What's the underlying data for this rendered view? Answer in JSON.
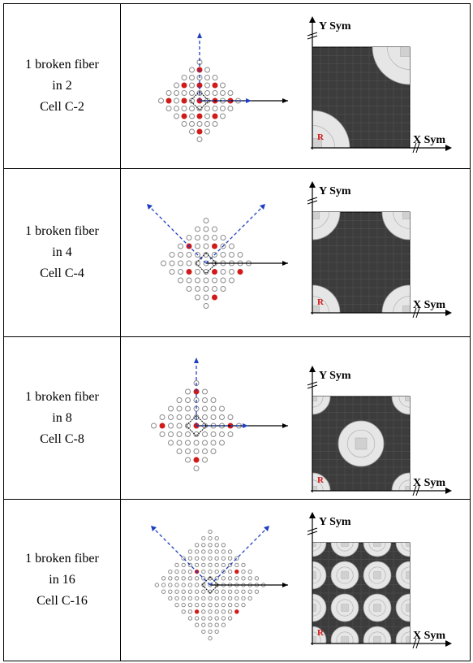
{
  "rows": [
    {
      "lines": [
        "1 broken fiber",
        "in 2",
        "Cell C-2"
      ],
      "y_axis": "Y Sym",
      "x_axis": "X Sym",
      "marker": "R",
      "cell": "C-2"
    },
    {
      "lines": [
        "1 broken fiber",
        "in 4",
        "Cell C-4"
      ],
      "y_axis": "Y Sym",
      "x_axis": "X Sym",
      "marker": "R",
      "cell": "C-4"
    },
    {
      "lines": [
        "1 broken fiber",
        "in 8",
        "Cell C-8"
      ],
      "y_axis": "Y Sym",
      "x_axis": "X Sym",
      "marker": "R",
      "cell": "C-8"
    },
    {
      "lines": [
        "1 broken fiber",
        "in 16",
        "Cell C-16"
      ],
      "y_axis": "Y Sym",
      "x_axis": "X Sym",
      "marker": "R",
      "cell": "C-16"
    }
  ],
  "colors": {
    "broken_fiber": "#d11a1a",
    "fiber_outline": "#8a8a8a",
    "symmetry_arrow": "#1f3fbf",
    "mesh_dark": "#3c3c3c",
    "mesh_light": "#e6e6e6",
    "marker": "#d11a1a"
  }
}
